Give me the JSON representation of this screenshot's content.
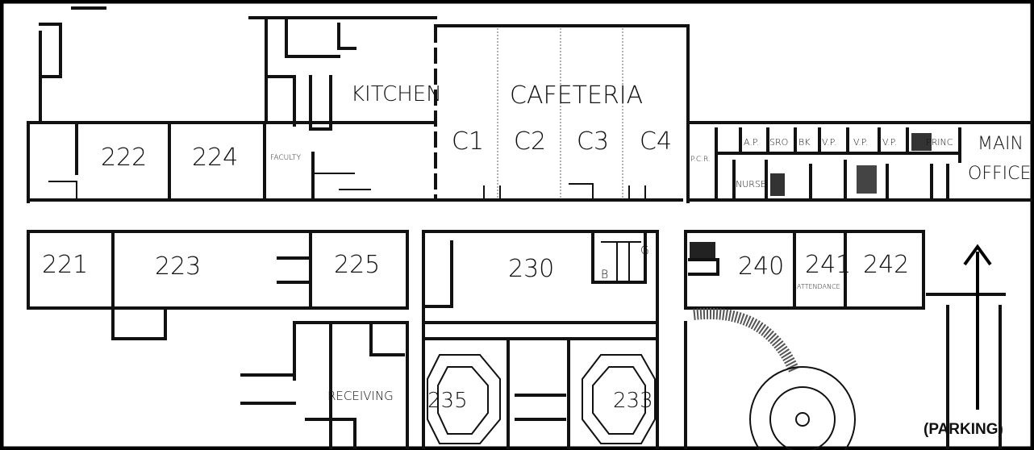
{
  "plan": {
    "wall_color": "#111111",
    "rooms_top": [
      {
        "id": "222",
        "label": "222"
      },
      {
        "id": "224",
        "label": "224"
      },
      {
        "id": "faculty",
        "label": "FACULTY"
      },
      {
        "id": "kitchen",
        "label": "KITCHEN"
      },
      {
        "id": "cafeteria",
        "label": "CAFETERIA"
      },
      {
        "id": "c1",
        "label": "C1"
      },
      {
        "id": "c2",
        "label": "C2"
      },
      {
        "id": "c3",
        "label": "C3"
      },
      {
        "id": "c4",
        "label": "C4"
      }
    ],
    "office": [
      {
        "id": "pcr",
        "label": "P.C.R."
      },
      {
        "id": "ap",
        "label": "A.P."
      },
      {
        "id": "sro",
        "label": "SRO"
      },
      {
        "id": "bk",
        "label": "BK"
      },
      {
        "id": "vp1",
        "label": "V.P."
      },
      {
        "id": "vp2",
        "label": "V.P."
      },
      {
        "id": "vp3",
        "label": "V.P."
      },
      {
        "id": "princ",
        "label": "PRINC"
      },
      {
        "id": "nurse",
        "label": "NURSE"
      },
      {
        "id": "main_office_1",
        "label": "MAIN"
      },
      {
        "id": "main_office_2",
        "label": "OFFICE"
      }
    ],
    "rooms_bottom": [
      {
        "id": "221",
        "label": "221"
      },
      {
        "id": "223",
        "label": "223"
      },
      {
        "id": "225",
        "label": "225"
      },
      {
        "id": "230",
        "label": "230"
      },
      {
        "id": "b",
        "label": "B"
      },
      {
        "id": "g",
        "label": "G"
      },
      {
        "id": "240",
        "label": "240"
      },
      {
        "id": "241",
        "label": "241"
      },
      {
        "id": "attendance",
        "label": "ATTENDANCE"
      },
      {
        "id": "242",
        "label": "242"
      },
      {
        "id": "receiving",
        "label": "RECEIVING"
      },
      {
        "id": "235",
        "label": "235"
      },
      {
        "id": "233",
        "label": "233"
      }
    ],
    "parking": {
      "label": "(PARKING)",
      "arrow": "arrow-up-icon"
    }
  }
}
